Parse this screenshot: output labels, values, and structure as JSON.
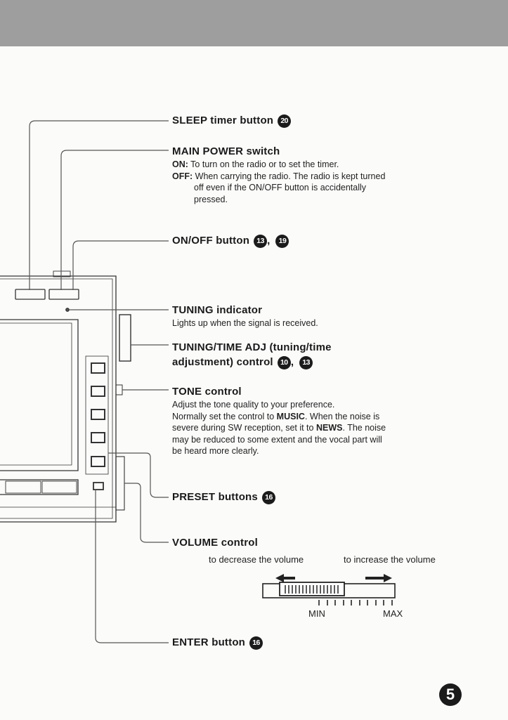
{
  "controls": {
    "sleep": {
      "title": "SLEEP timer button",
      "ref": "20"
    },
    "main_power": {
      "title": "MAIN POWER switch",
      "on_label": "ON:",
      "on_text": "To turn on the radio or to set the timer.",
      "off_label": "OFF:",
      "off_line1": "When carrying the radio. The radio is kept turned",
      "off_line2": "off even if the ON/OFF button is accidentally",
      "off_line3": "pressed."
    },
    "onoff": {
      "title": "ON/OFF button",
      "ref1": "13",
      "ref2": "19"
    },
    "tuning_indicator": {
      "title": "TUNING indicator",
      "desc": "Lights up when the signal is received."
    },
    "tuning_time": {
      "title_line1": "TUNING/TIME ADJ (tuning/time",
      "title_line2": "adjustment) control",
      "ref1": "10",
      "ref2": "13"
    },
    "tone": {
      "title": "TONE control",
      "line1": "Adjust the tone quality to your preference.",
      "line2_a": "Normally set the control to ",
      "line2_b": "MUSIC",
      "line2_c": ". When the noise is",
      "line3_a": "severe during SW reception, set it to ",
      "line3_b": "NEWS",
      "line3_c": ". The noise",
      "line4": "may be reduced to some extent and the vocal part will",
      "line5": "be heard more clearly."
    },
    "preset": {
      "title": "PRESET buttons",
      "ref": "16"
    },
    "volume": {
      "title": "VOLUME control",
      "decrease": "to decrease the volume",
      "increase": "to increase the volume",
      "min": "MIN",
      "max": "MAX"
    },
    "enter": {
      "title": "ENTER button",
      "ref": "16"
    }
  },
  "page": {
    "number": "5"
  }
}
